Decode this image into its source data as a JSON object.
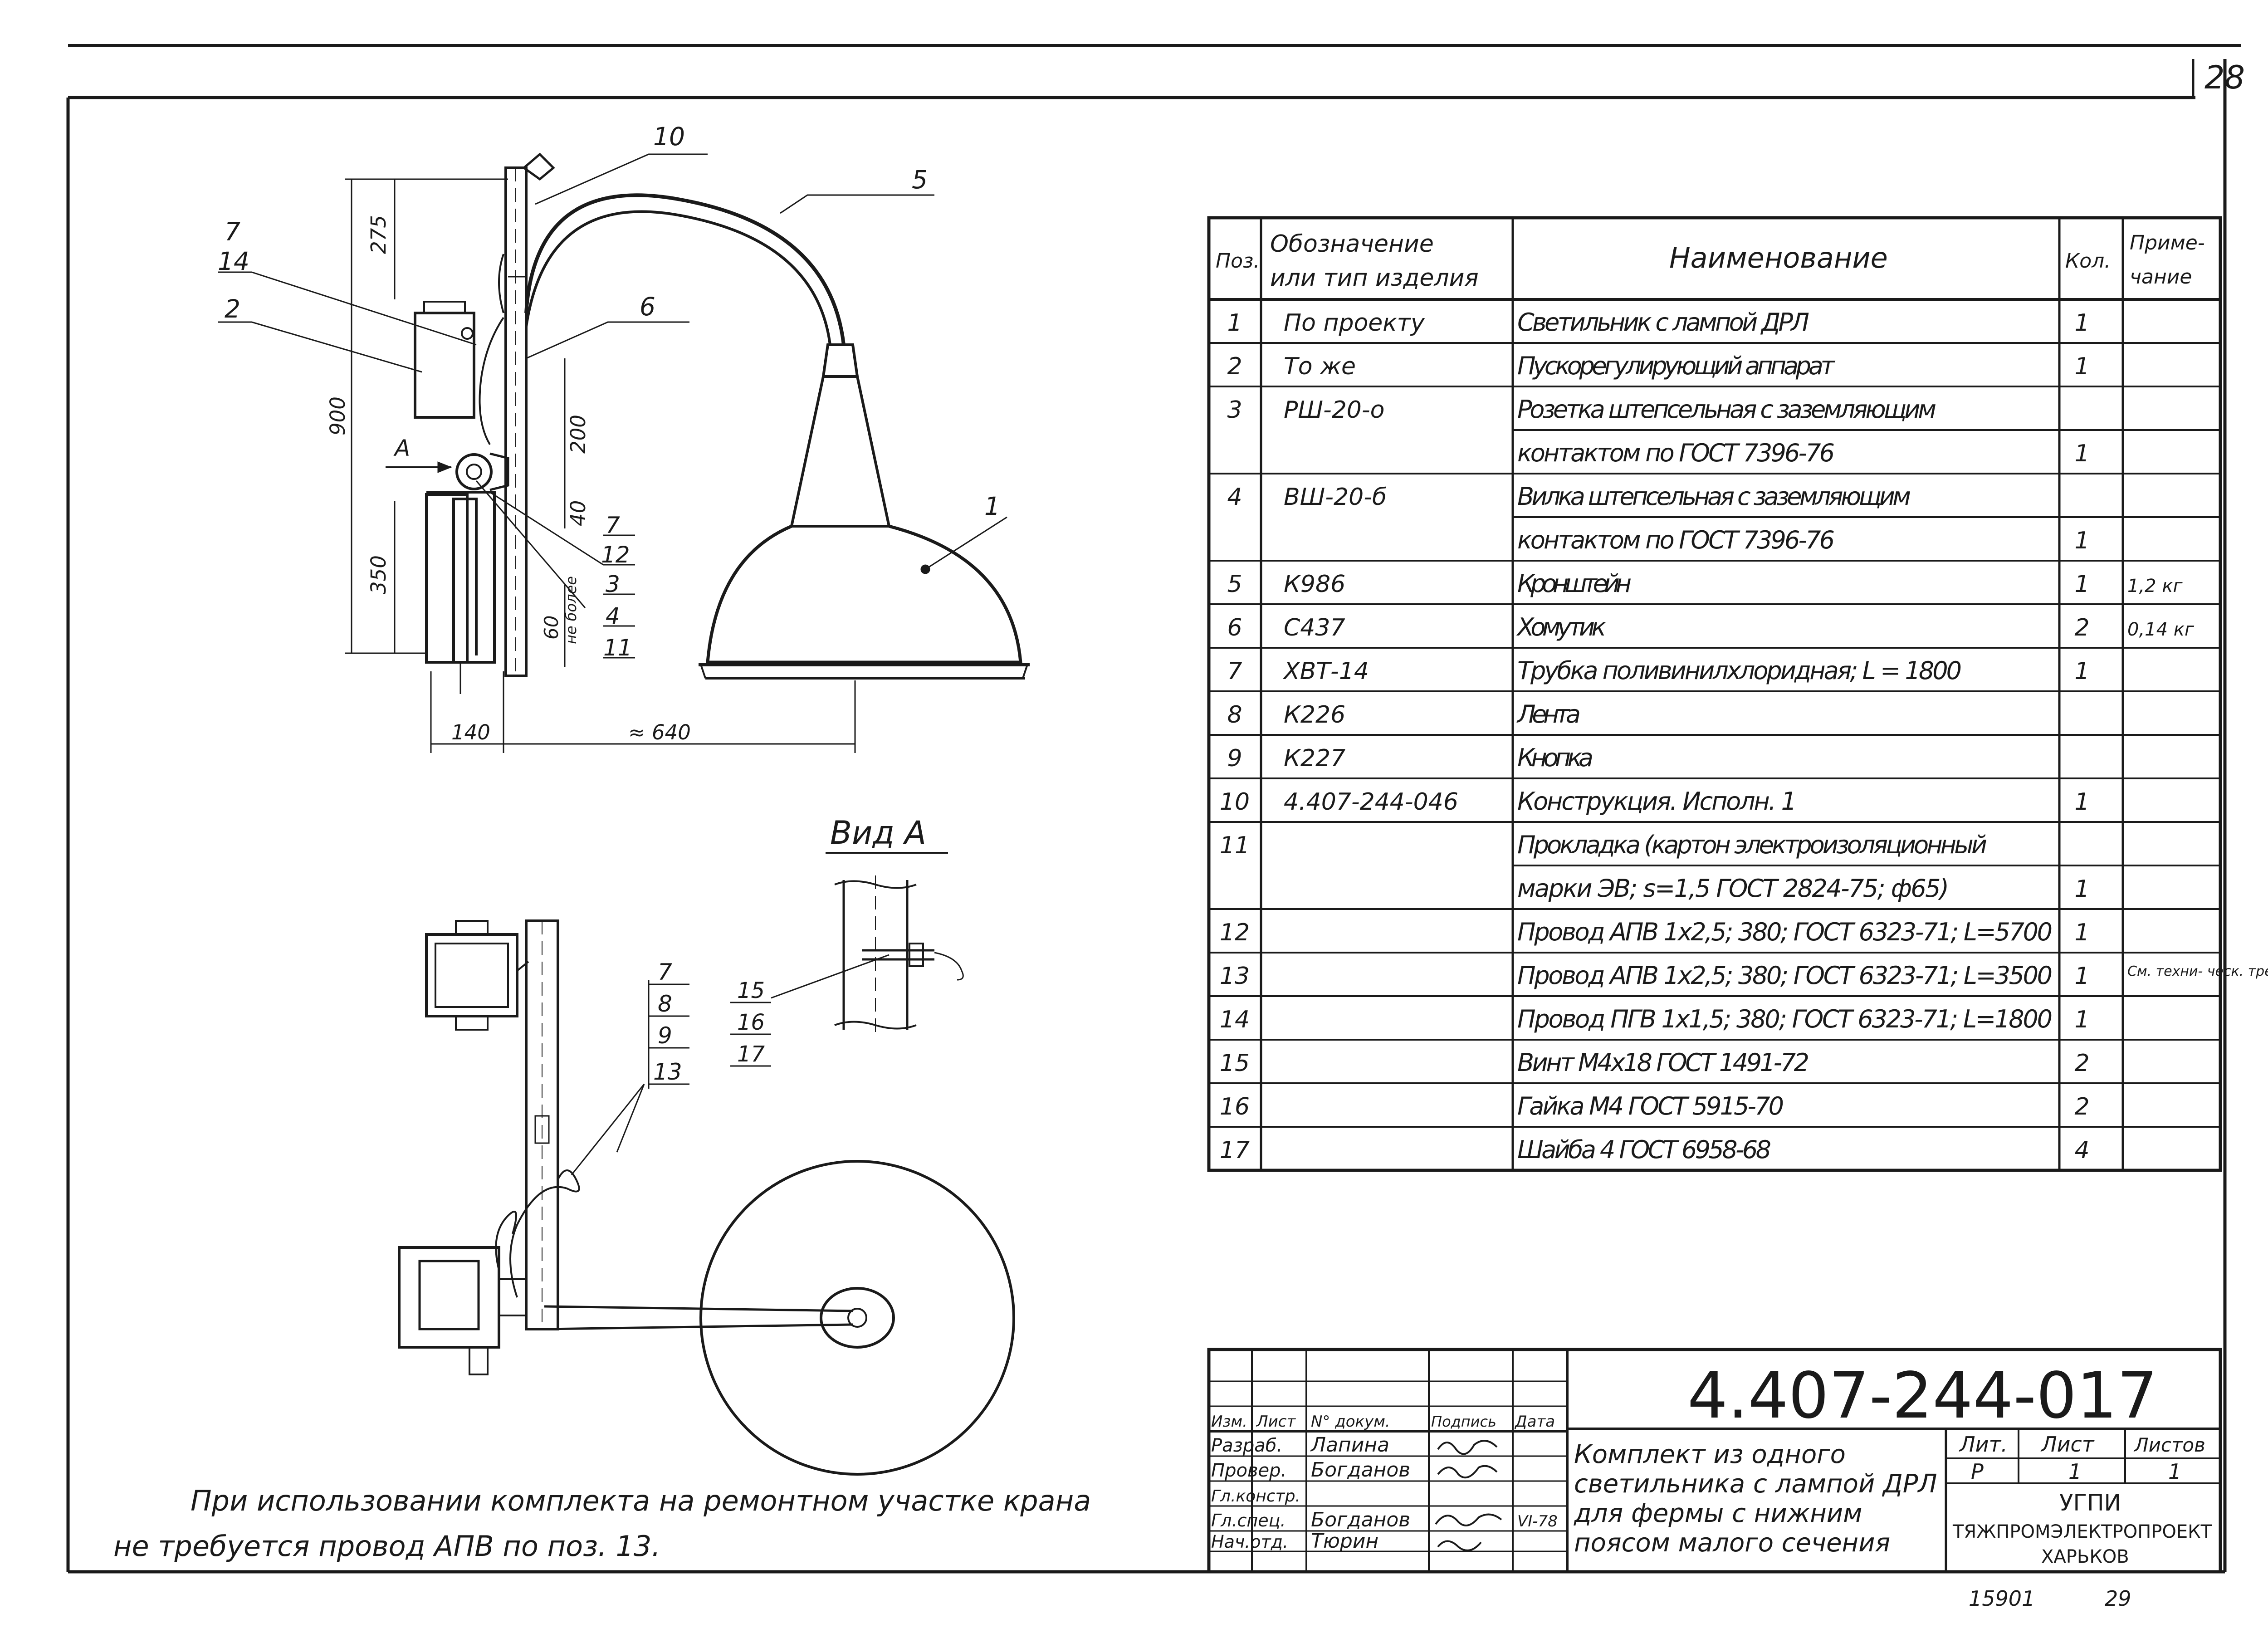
{
  "sheet_number": "28",
  "views": {
    "view_a_title": "Вид А",
    "section_arrow_label": "А"
  },
  "dimensions": {
    "d275": "275",
    "d900": "900",
    "d200": "200",
    "d350": "350",
    "d40": "40",
    "d60": "60",
    "d60_note": "не более",
    "d140": "140",
    "d640": "≈ 640"
  },
  "callouts": {
    "side": [
      "10",
      "5",
      "6",
      "7",
      "14",
      "2",
      "1",
      "7",
      "12",
      "3",
      "4",
      "11"
    ],
    "view": [
      "7",
      "8",
      "9",
      "13"
    ],
    "detail": [
      "15",
      "16",
      "17"
    ]
  },
  "spec_table": {
    "headers": {
      "pos": "Поз.",
      "designation": "Обозначение или тип изделия",
      "name": "Наименование",
      "qty": "Кол.",
      "note": "Приме- чание"
    },
    "rows": [
      {
        "pos": "1",
        "designation": "По проекту",
        "name": "Светильник с лампой ДРЛ",
        "qty": "1",
        "note": ""
      },
      {
        "pos": "2",
        "designation": "То же",
        "name": "Пускорегулирующий аппарат",
        "qty": "1",
        "note": ""
      },
      {
        "pos": "3",
        "designation": "РШ-20-о",
        "name": "Розетка штепсельная с заземляющим",
        "qty": "",
        "note": ""
      },
      {
        "pos": "",
        "designation": "",
        "name": "контактом по ГОСТ 7396-76",
        "qty": "1",
        "note": ""
      },
      {
        "pos": "4",
        "designation": "ВШ-20-б",
        "name": "Вилка штепсельная с заземляющим",
        "qty": "",
        "note": ""
      },
      {
        "pos": "",
        "designation": "",
        "name": "контактом по ГОСТ 7396-76",
        "qty": "1",
        "note": ""
      },
      {
        "pos": "5",
        "designation": "К986",
        "name": "Кронштейн",
        "qty": "1",
        "note": "1,2 кг"
      },
      {
        "pos": "6",
        "designation": "С437",
        "name": "Хомутик",
        "qty": "2",
        "note": "0,14 кг"
      },
      {
        "pos": "7",
        "designation": "ХВТ-14",
        "name": "Трубка поливинилхлоридная; L = 1800",
        "qty": "1",
        "note": ""
      },
      {
        "pos": "8",
        "designation": "К226",
        "name": "Лента",
        "qty": "",
        "note": ""
      },
      {
        "pos": "9",
        "designation": "К227",
        "name": "Кнопка",
        "qty": "",
        "note": ""
      },
      {
        "pos": "10",
        "designation": "4.407-244-046",
        "name": "Конструкция. Исполн. 1",
        "qty": "1",
        "note": ""
      },
      {
        "pos": "11",
        "designation": "",
        "name": "Прокладка (картон электроизоляционный",
        "qty": "",
        "note": ""
      },
      {
        "pos": "",
        "designation": "",
        "name": "марки ЭВ; s=1,5 ГОСТ 2824-75; ф65)",
        "qty": "1",
        "note": ""
      },
      {
        "pos": "12",
        "designation": "",
        "name": "Провод АПВ 1х2,5; 380; ГОСТ 6323-71; L=5700",
        "qty": "1",
        "note": ""
      },
      {
        "pos": "13",
        "designation": "",
        "name": "Провод АПВ 1х2,5; 380; ГОСТ 6323-71; L=3500",
        "qty": "1",
        "note": "См. техни- ческ. треб."
      },
      {
        "pos": "14",
        "designation": "",
        "name": "Провод ПГВ 1х1,5; 380; ГОСТ 6323-71; L=1800",
        "qty": "1",
        "note": ""
      },
      {
        "pos": "15",
        "designation": "",
        "name": "Винт М4х18 ГОСТ 1491-72",
        "qty": "2",
        "note": ""
      },
      {
        "pos": "16",
        "designation": "",
        "name": "Гайка М4 ГОСТ 5915-70",
        "qty": "2",
        "note": ""
      },
      {
        "pos": "17",
        "designation": "",
        "name": "Шайба 4 ГОСТ 6958-68",
        "qty": "4",
        "note": ""
      }
    ]
  },
  "note_text": {
    "line1": "При использовании комплекта на ремонтном участке крана",
    "line2": "не требуется провод АПВ по поз. 13."
  },
  "title_block": {
    "doc_number": "4.407-244-017",
    "col_headers": [
      "Изм.",
      "Лист",
      "N° докум.",
      "Подпись",
      "Дата"
    ],
    "roles": [
      {
        "role": "Разраб.",
        "name": "Лапина",
        "date": ""
      },
      {
        "role": "Провер.",
        "name": "Богданов",
        "date": ""
      },
      {
        "role": "Гл.констр.",
        "name": "",
        "date": ""
      },
      {
        "role": "Гл.спец.",
        "name": "Богданов",
        "date": "VI-78"
      },
      {
        "role": "Нач.отд.",
        "name": "Тюрин",
        "date": ""
      }
    ],
    "title_lines": [
      "Комплект из одного",
      "светильника с лампой ДРЛ",
      "для фермы с нижним",
      "поясом малого сечения"
    ],
    "lit_label": "Лит.",
    "sheet_label": "Лист",
    "sheets_label": "Листов",
    "lit_value": "Р",
    "sheet_value": "1",
    "sheets_value": "1",
    "org_line1": "УГПИ",
    "org_line2": "ТЯЖПРОМЭЛЕКТРОПРОЕКТ",
    "org_line3": "ХАРЬКОВ"
  },
  "footer": {
    "inventory_number": "15901",
    "page_number": "29"
  }
}
